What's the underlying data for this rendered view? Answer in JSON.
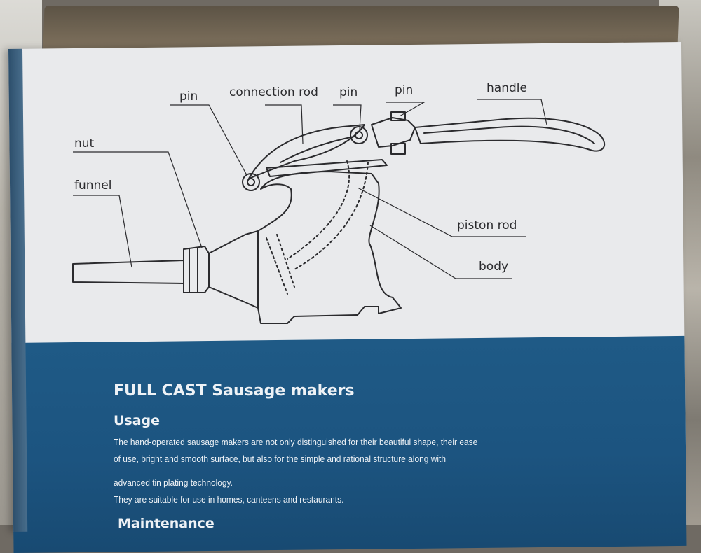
{
  "labels": {
    "pin_left": "pin",
    "connection_rod": "connection rod",
    "pin_middle": "pin",
    "pin_right": "pin",
    "handle": "handle",
    "nut": "nut",
    "funnel": "funnel",
    "piston_rod": "piston rod",
    "body": "body"
  },
  "text": {
    "product_title": "FULL CAST Sausage makers",
    "usage_heading": "Usage",
    "usage_lines": [
      "The hand-operated sausage makers are not only distinguished for their beautiful shape, their ease",
      "of use, bright and smooth surface, but also for the simple and rational structure along with",
      "advanced tin plating technology.",
      "They are suitable for use in homes, canteens and restaurants."
    ],
    "maintenance_heading": "Maintenance"
  },
  "colors": {
    "panel_white": "#e9eaec",
    "panel_blue": "#1f5a86",
    "cardboard": "#7a6d5a",
    "line_art": "#2b2b2e"
  }
}
